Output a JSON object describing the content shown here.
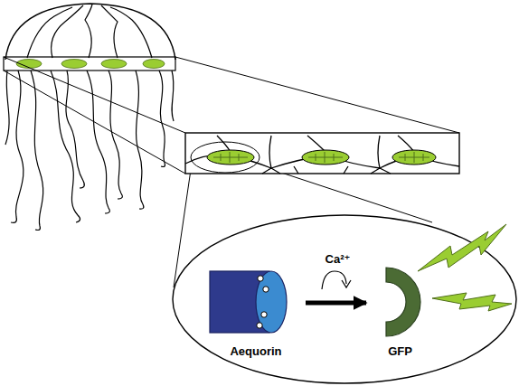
{
  "diagram": {
    "nodes": [
      {
        "text": [
          "Aequorin"
        ]
      },
      {
        "text": [
          "GFP"
        ]
      }
    ],
    "edges": [
      {
        "from": 0,
        "to": 1,
        "arrow": "to",
        "label": "Ca²⁺"
      }
    ]
  }
}
